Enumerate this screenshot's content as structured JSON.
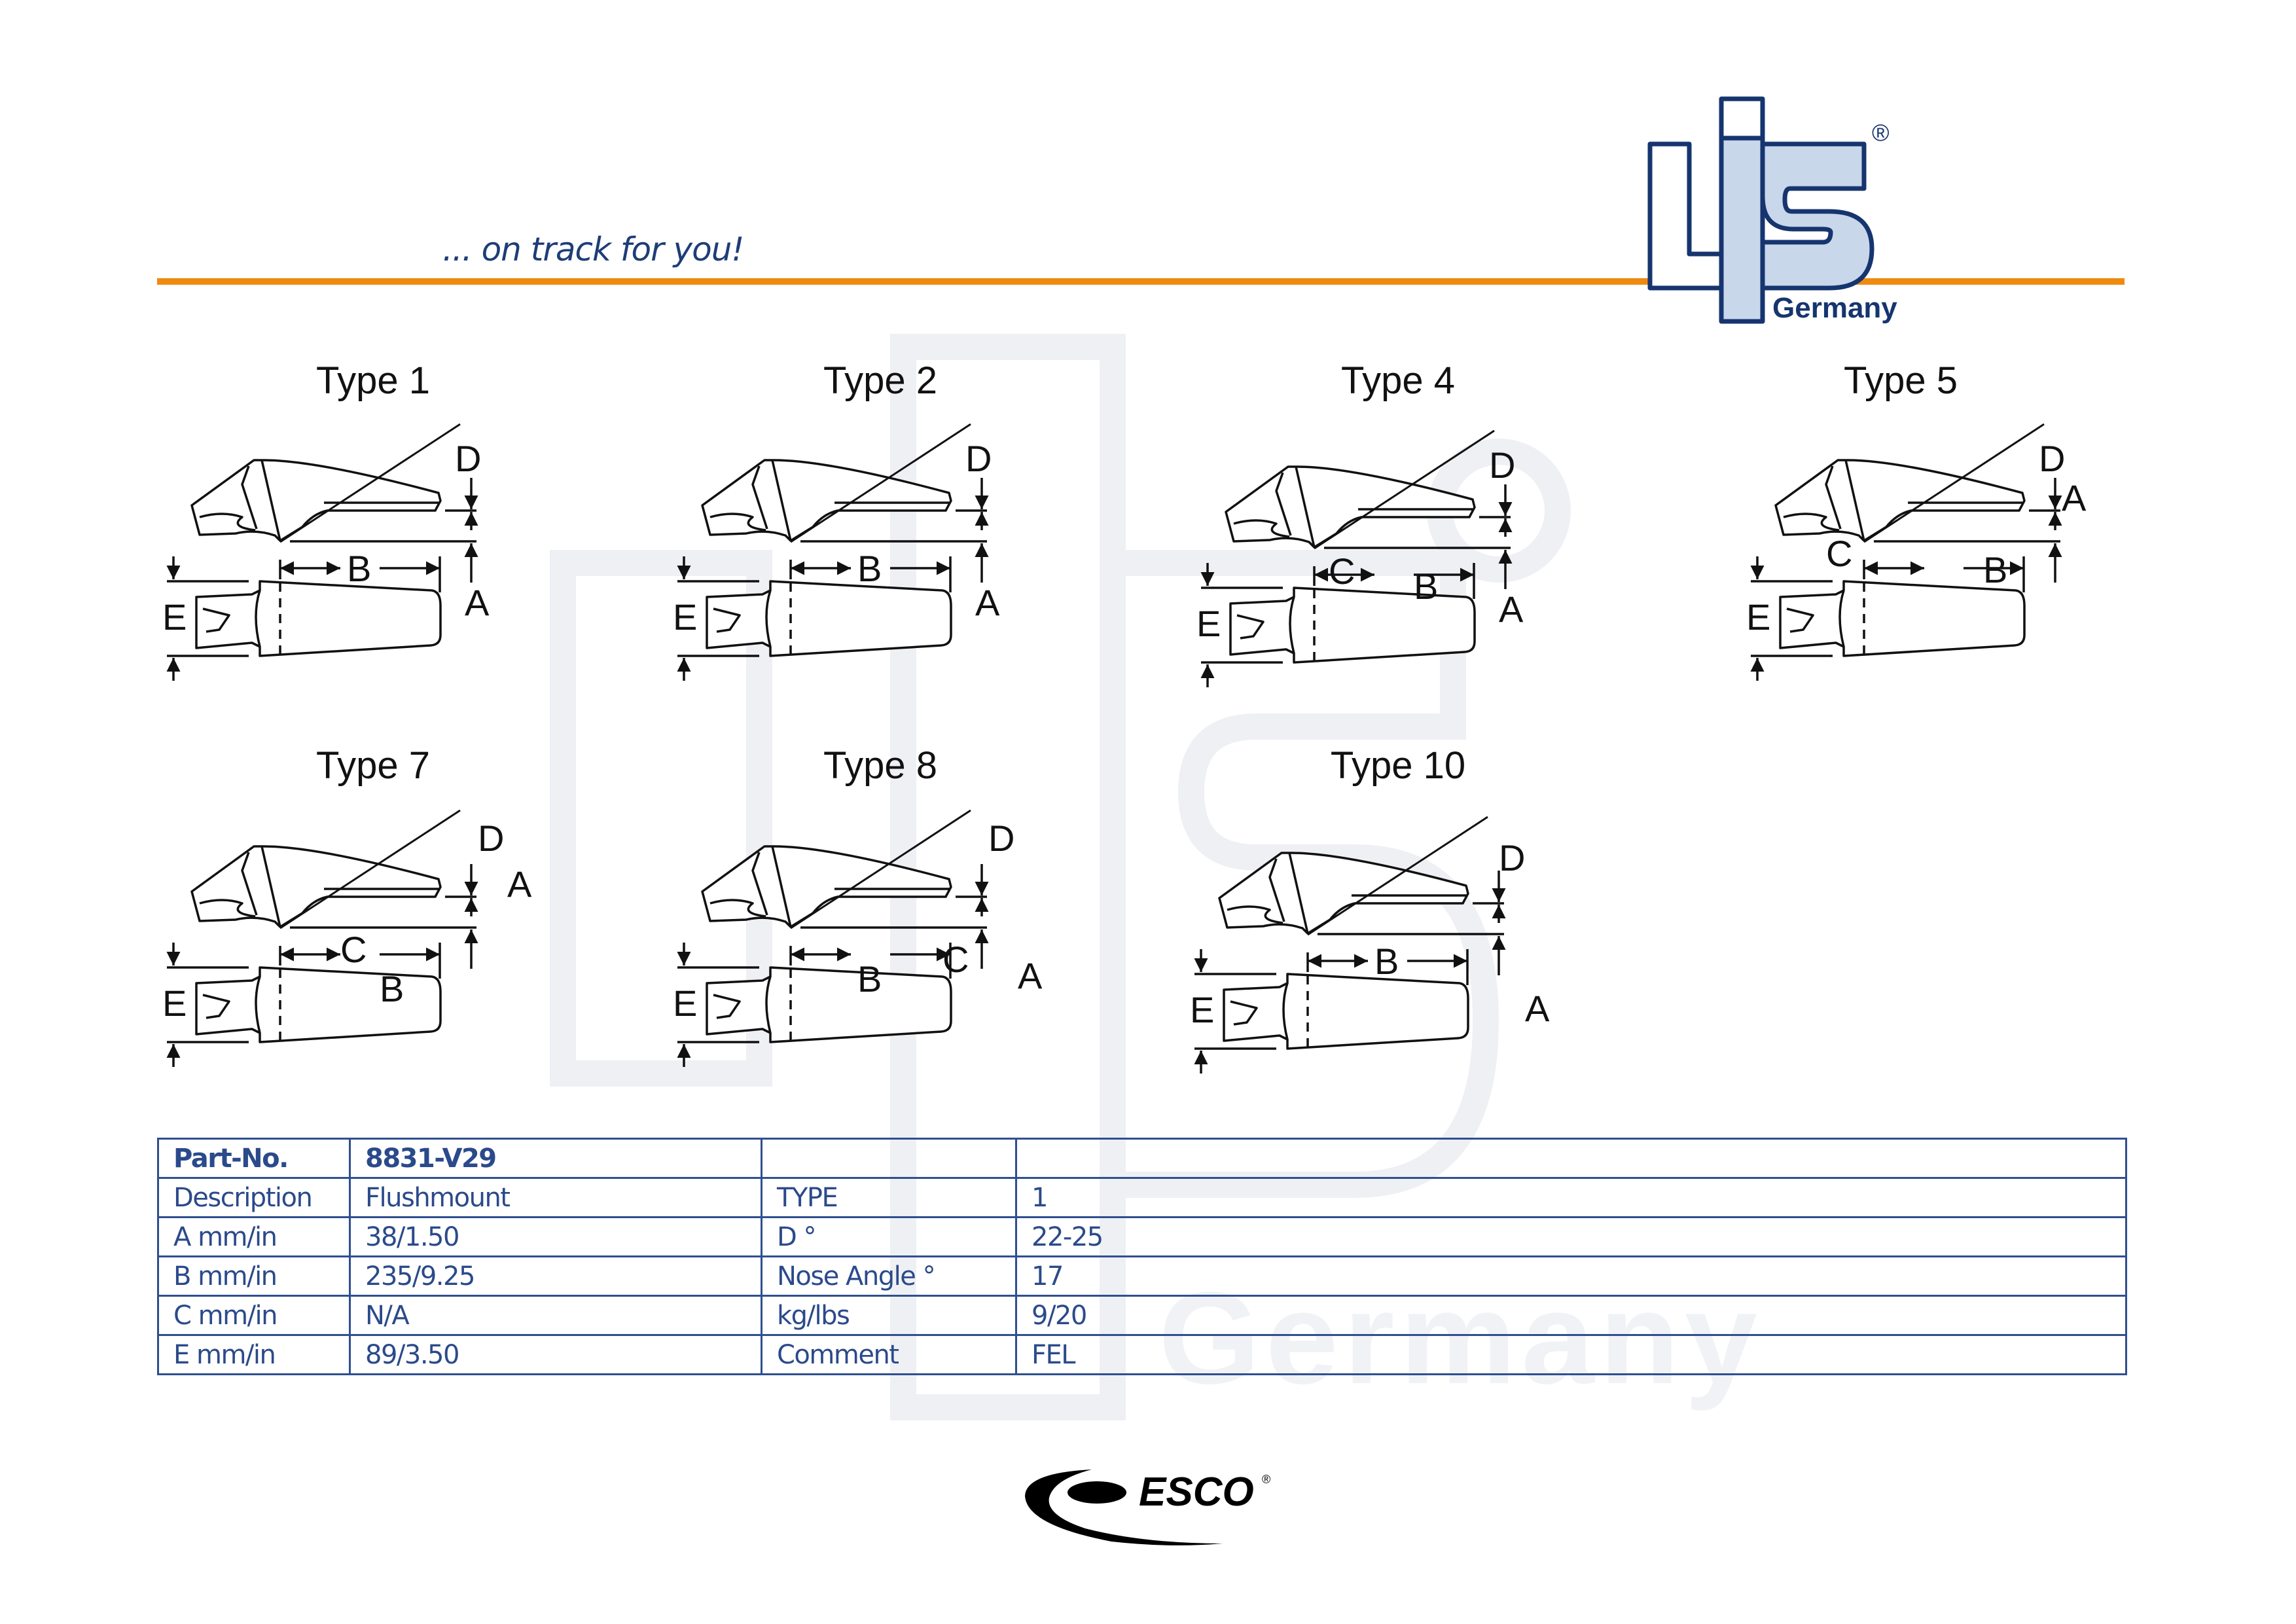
{
  "header": {
    "tagline": "... on track for you!",
    "logo": {
      "text": "LIS",
      "subtext": "Germany",
      "mark": "®",
      "colors": {
        "outline": "#16356f",
        "fill": "#c9d7ea"
      }
    },
    "rule_color": "#ef8a11"
  },
  "watermark": {
    "text": "Germany"
  },
  "diagrams": [
    {
      "title": "Type 1",
      "labels": {
        "d": "D",
        "a": "A",
        "b": "B",
        "c": "",
        "e": "E"
      }
    },
    {
      "title": "Type 2",
      "labels": {
        "d": "D",
        "a": "A",
        "b": "B",
        "c": "",
        "e": "E"
      }
    },
    {
      "title": "Type 4",
      "labels": {
        "d": "D",
        "a": "A",
        "b": "B",
        "c": "C",
        "e": "E"
      }
    },
    {
      "title": "Type 5",
      "labels": {
        "d": "D",
        "a": "A",
        "b": "B",
        "c": "C",
        "e": "E"
      }
    },
    {
      "title": "Type 7",
      "labels": {
        "d": "D",
        "a": "A",
        "b": "B",
        "c": "C",
        "e": "E"
      }
    },
    {
      "title": "Type 8",
      "labels": {
        "d": "D",
        "a": "A",
        "b": "B",
        "c": "C",
        "e": "E"
      }
    },
    {
      "title": "Type 10",
      "labels": {
        "d": "D",
        "a": "A",
        "b": "B",
        "c": "",
        "e": "E"
      }
    }
  ],
  "table": {
    "rows": [
      [
        "Part-No.",
        "8831-V29",
        "",
        ""
      ],
      [
        "Description",
        "Flushmount",
        "TYPE",
        "1"
      ],
      [
        "A mm/in",
        "38/1.50",
        "D °",
        "22-25"
      ],
      [
        "B mm/in",
        "235/9.25",
        "Nose Angle °",
        "17"
      ],
      [
        "C mm/in",
        "N/A",
        "kg/lbs",
        "9/20"
      ],
      [
        "E mm/in",
        "89/3.50",
        "Comment",
        "FEL"
      ]
    ],
    "colors": {
      "text": "#2b4a8b",
      "border": "#2f4f8f"
    }
  },
  "footer": {
    "brand": "ESCO",
    "mark": "®"
  }
}
